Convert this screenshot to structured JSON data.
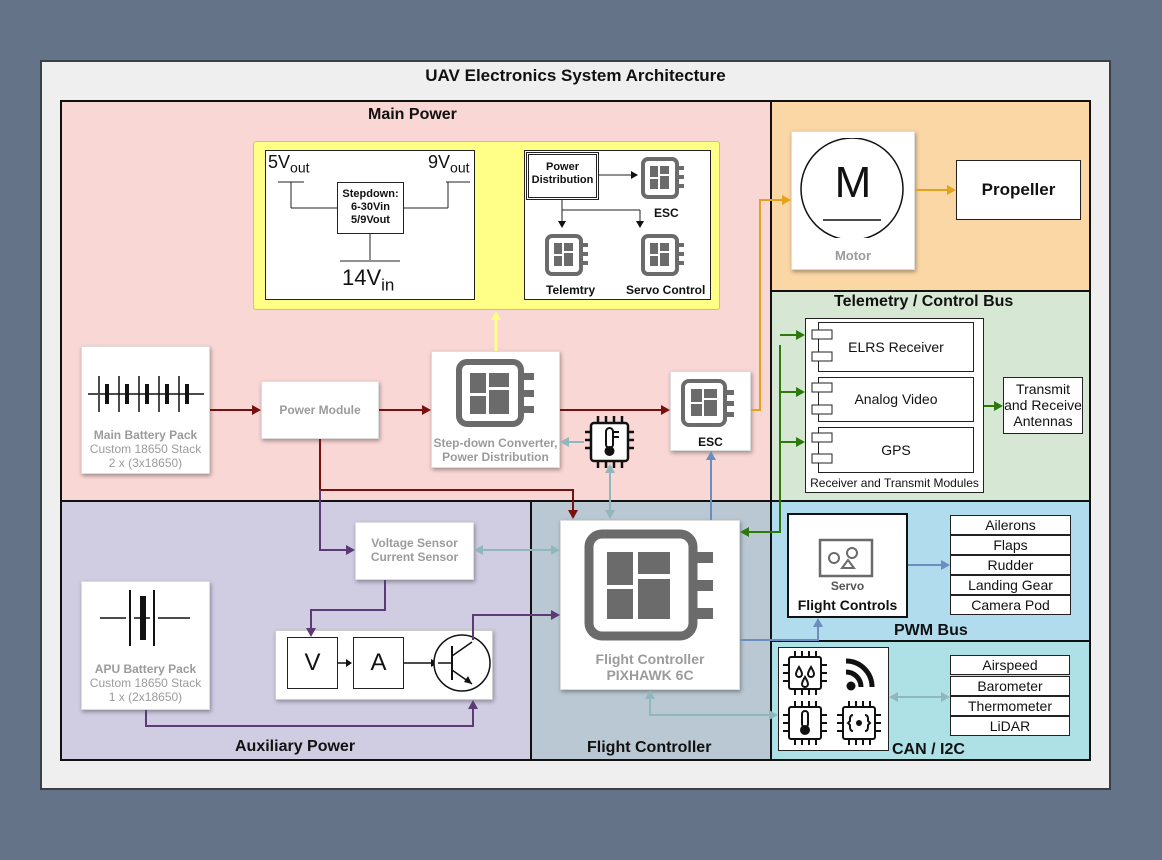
{
  "title": "UAV Electronics System Architecture",
  "regions": {
    "main_power": "Main Power",
    "motor_zone": "",
    "telemetry": "Telemetry / Control Bus",
    "aux_power": "Auxiliary Power",
    "flight_controller": "Flight Controller",
    "pwm_bus": "PWM Bus",
    "can_i2c": "CAN / I2C"
  },
  "colors": {
    "main_power": "#f9d7d5",
    "motor_zone": "#fbd7a6",
    "telemetry": "#d6e8d4",
    "aux_power": "#d0cde3",
    "flight_controller": "#bac8d3",
    "pwm_bus": "#b0dcee",
    "can_i2c": "#ade1e6",
    "inset": "#ffff88",
    "power_arrow": "#7a0f0f",
    "aux_arrow": "#5b3a75",
    "telemetry_arrow": "#2b7a0b",
    "fc_link": "#8fb7bd",
    "motor_arrow": "#e3a21a",
    "pwm_arrow": "#6c8ebf"
  },
  "inset": {
    "vout5": "5V",
    "vout9": "9V",
    "vout_sub": "out",
    "stepdown": [
      "Stepdown:",
      "6-30Vin",
      "5/9Vout"
    ],
    "vin": "14V",
    "vin_sub": "in",
    "power_distribution": [
      "Power",
      "Distribution"
    ],
    "esc": "ESC",
    "telemetry": "Telemtry",
    "servo_control": "Servo Control"
  },
  "main_battery": {
    "title": "Main Battery Pack",
    "line1": "Custom 18650 Stack",
    "line2": "2 x (3x18650)"
  },
  "power_module": "Power Module",
  "stepdown_converter": [
    "Step-down Converter,",
    "Power Distribution"
  ],
  "esc_main": "ESC",
  "motor": {
    "symbol": "M",
    "label": "Motor"
  },
  "propeller": "Propeller",
  "receiver_modules": {
    "items": [
      "ELRS Receiver",
      "Analog Video",
      "GPS"
    ],
    "caption": "Receiver and Transmit Modules"
  },
  "antennas": [
    "Transmit",
    "and Receive",
    "Antennas"
  ],
  "voltage_sensor": [
    "Voltage Sensor",
    "Current Sensor"
  ],
  "apu_battery": {
    "title": "APU Battery Pack",
    "line1": "Custom 18650 Stack",
    "line2": "1 x (2x18650)"
  },
  "meters": {
    "v": "V",
    "a": "A"
  },
  "flight_controller_block": [
    "Flight Controller",
    "PIXHAWK 6C"
  ],
  "servo": {
    "icon_label": "Servo",
    "label": "Flight Controls"
  },
  "pwm_outputs": [
    "Ailerons",
    "Flaps",
    "Rudder",
    "Landing Gear",
    "Camera Pod"
  ],
  "can_sensors": [
    "Airspeed",
    "Barometer",
    "Thermometer",
    "LiDAR"
  ]
}
